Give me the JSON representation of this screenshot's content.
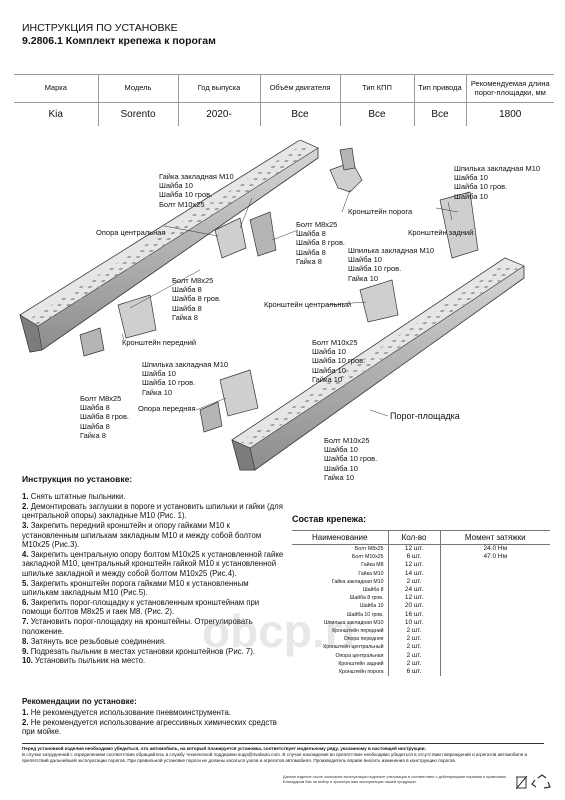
{
  "header": {
    "title": "ИНСТРУКЦИЯ ПО УСТАНОВКЕ",
    "subtitle": "9.2806.1 Комплект крепежа к порогам"
  },
  "spec_table": {
    "headers": [
      "Марка",
      "Модель",
      "Год выпуска",
      "Объём двигателя",
      "Тип КПП",
      "Тип привода",
      "Рекомендуемая длина порог-площадки, мм"
    ],
    "row": [
      "Kia",
      "Sorento",
      "2020-",
      "Все",
      "Все",
      "Все",
      "1800"
    ]
  },
  "diagram_labels": {
    "nut_top": [
      "Гайка закладная М10",
      "Шайба 10",
      "Шайба 10 гров.",
      "Болт М10х25"
    ],
    "stud_right": [
      "Шпилька закладная М10",
      "Шайба 10",
      "Шайба 10 гров.",
      "Шайба 10"
    ],
    "bracket_sill": "Кронштейн порога",
    "bolt_m8_mid": [
      "Болт М8х25",
      "Шайба 8",
      "Шайба 8 гров.",
      "Шайба 8",
      "Гайка 8"
    ],
    "center_support": "Опора центральная",
    "rear_bracket": "Кронштейн задний",
    "stud_right2": [
      "Шпилька закладная М10",
      "Шайба 10",
      "Шайба 10 гров.",
      "Гайка 10"
    ],
    "bolt_m8_left": [
      "Болт М8х25",
      "Шайба 8",
      "Шайба 8 гров.",
      "Шайба 8",
      "Гайка 8"
    ],
    "center_bracket": "Кронштейн центральный",
    "front_bracket": "Кронштейн передний",
    "bolt_m10_mid": [
      "Болт М10х25",
      "Шайба 10",
      "Шайба 10 гров.",
      "Шайба 10",
      "Гайка 10"
    ],
    "stud_front": [
      "Шпилька закладная М10",
      "Шайба 10",
      "Шайба 10 гров.",
      "Гайка 10"
    ],
    "bolt_m8_bottom": [
      "Болт М8х25",
      "Шайба 8",
      "Шайба 8 гров.",
      "Шайба 8",
      "Гайка 8"
    ],
    "front_support": "Опора передняя",
    "step_board": "Порог-площадка",
    "bolt_m10_bottom": [
      "Болт М10х25",
      "Шайба 10",
      "Шайба 10 гров.",
      "Шайба 10",
      "Гайка 10"
    ]
  },
  "instructions": {
    "title": "Инструкция по установке:",
    "steps": [
      {
        "num": "1.",
        "text": "Снять штатные пыльники."
      },
      {
        "num": "2.",
        "text": "Демонтировать заглушки в пороге и установить шпильки и гайки (для центральной опоры) закладные М10 (Рис. 1)."
      },
      {
        "num": "3.",
        "text": "Закрепить передний кронштейн и опору гайками М10 к установленным шпилькам закладным М10 и между собой болтом М10х25 (Рис.3)."
      },
      {
        "num": "4.",
        "text": "Закрепить центральную опору болтом М10х25 к установленной гайке закладной М10, центральный кронштейн гайкой М10 к установленной шпильке закладной и между собой болтом М10х25 (Рис.4)."
      },
      {
        "num": "5.",
        "text": "Закрепить кронштейн порога гайками М10 к установленным шпилькам закладным М10 (Рис.5)."
      },
      {
        "num": "6.",
        "text": "Закрепить порог-площадку к установленным кронштейнам при помощи болтов М8х25 и гаек М8. (Рис. 2)."
      },
      {
        "num": "7.",
        "text": "Установить порог-площадку на кронштейны. Отрегулировать положение."
      },
      {
        "num": "8.",
        "text": "Затянуть все резьбовые соединения."
      },
      {
        "num": "9.",
        "text": "Подрезать пыльник в местах установки кронштейнов (Рис. 7)."
      },
      {
        "num": "10.",
        "text": "Установить пыльник на место."
      }
    ]
  },
  "parts": {
    "title": "Состав крепежа:",
    "headers": [
      "Наименование",
      "Кол-во",
      "Момент затяжки"
    ],
    "rows": [
      {
        "name": "Болт М8х25",
        "qty": "12 шт.",
        "torque": "24.0 Нм"
      },
      {
        "name": "Болт М10х25",
        "qty": "6 шт.",
        "torque": "47.0 Нм"
      },
      {
        "name": "Гайка М8",
        "qty": "12 шт.",
        "torque": ""
      },
      {
        "name": "Гайка М10",
        "qty": "14 шт.",
        "torque": ""
      },
      {
        "name": "Гайка закладная М10",
        "qty": "2 шт.",
        "torque": ""
      },
      {
        "name": "Шайба 8",
        "qty": "24 шт.",
        "torque": ""
      },
      {
        "name": "Шайба 8 гров.",
        "qty": "12 шт.",
        "torque": ""
      },
      {
        "name": "Шайба 10",
        "qty": "20 шт.",
        "torque": ""
      },
      {
        "name": "Шайба 10 гров.",
        "qty": "16 шт.",
        "torque": ""
      },
      {
        "name": "Шпилька закладная М10",
        "qty": "10 шт.",
        "torque": ""
      },
      {
        "name": "Кронштейн передний",
        "qty": "2 шт.",
        "torque": ""
      },
      {
        "name": "Опора передняя",
        "qty": "2 шт.",
        "torque": ""
      },
      {
        "name": "Кронштейн центральный",
        "qty": "2 шт.",
        "torque": ""
      },
      {
        "name": "Опора центральная",
        "qty": "2 шт.",
        "torque": ""
      },
      {
        "name": "Кронштейн задний",
        "qty": "2 шт.",
        "torque": ""
      },
      {
        "name": "Кронштейн порога",
        "qty": "6 шт.",
        "torque": ""
      }
    ]
  },
  "recommendations": {
    "title": "Рекомендации по установке:",
    "items": [
      {
        "num": "1.",
        "text": "Не рекомендуется использование пневмоинструмента."
      },
      {
        "num": "2.",
        "text": "Не рекомендуется использование агрессивных химических средств при мойке."
      }
    ]
  },
  "footer": {
    "line1": "Перед установкой изделия необходимо убедиться, что автомобиль, на который планируется установка, соответствует модельному ряду, указанному в настоящей инструкции.",
    "line2": "В случае затруднений с определением соответствия обращайтесь в службу технической поддержки supp@rivalauto.com. В случае нахождения во препятствие необходимо убедиться в отсутствии повреждений и агрегатов автомобиля и препятствий дальнейшей эксплуатации порогов. При правильной установке пороги не должны касаться узлов и агрегатов автомобиля. Производитель вправе вносить изменения в конструкцию порогов.",
    "note": "Данное изделие после окончания эксплуатации подлежит утилизации в соответствии с действующими нормами и правилами. Благодарим Вас за выбор и приятную вам эксплуатацию нашей продукции."
  },
  "watermark": "оbсp.ru"
}
